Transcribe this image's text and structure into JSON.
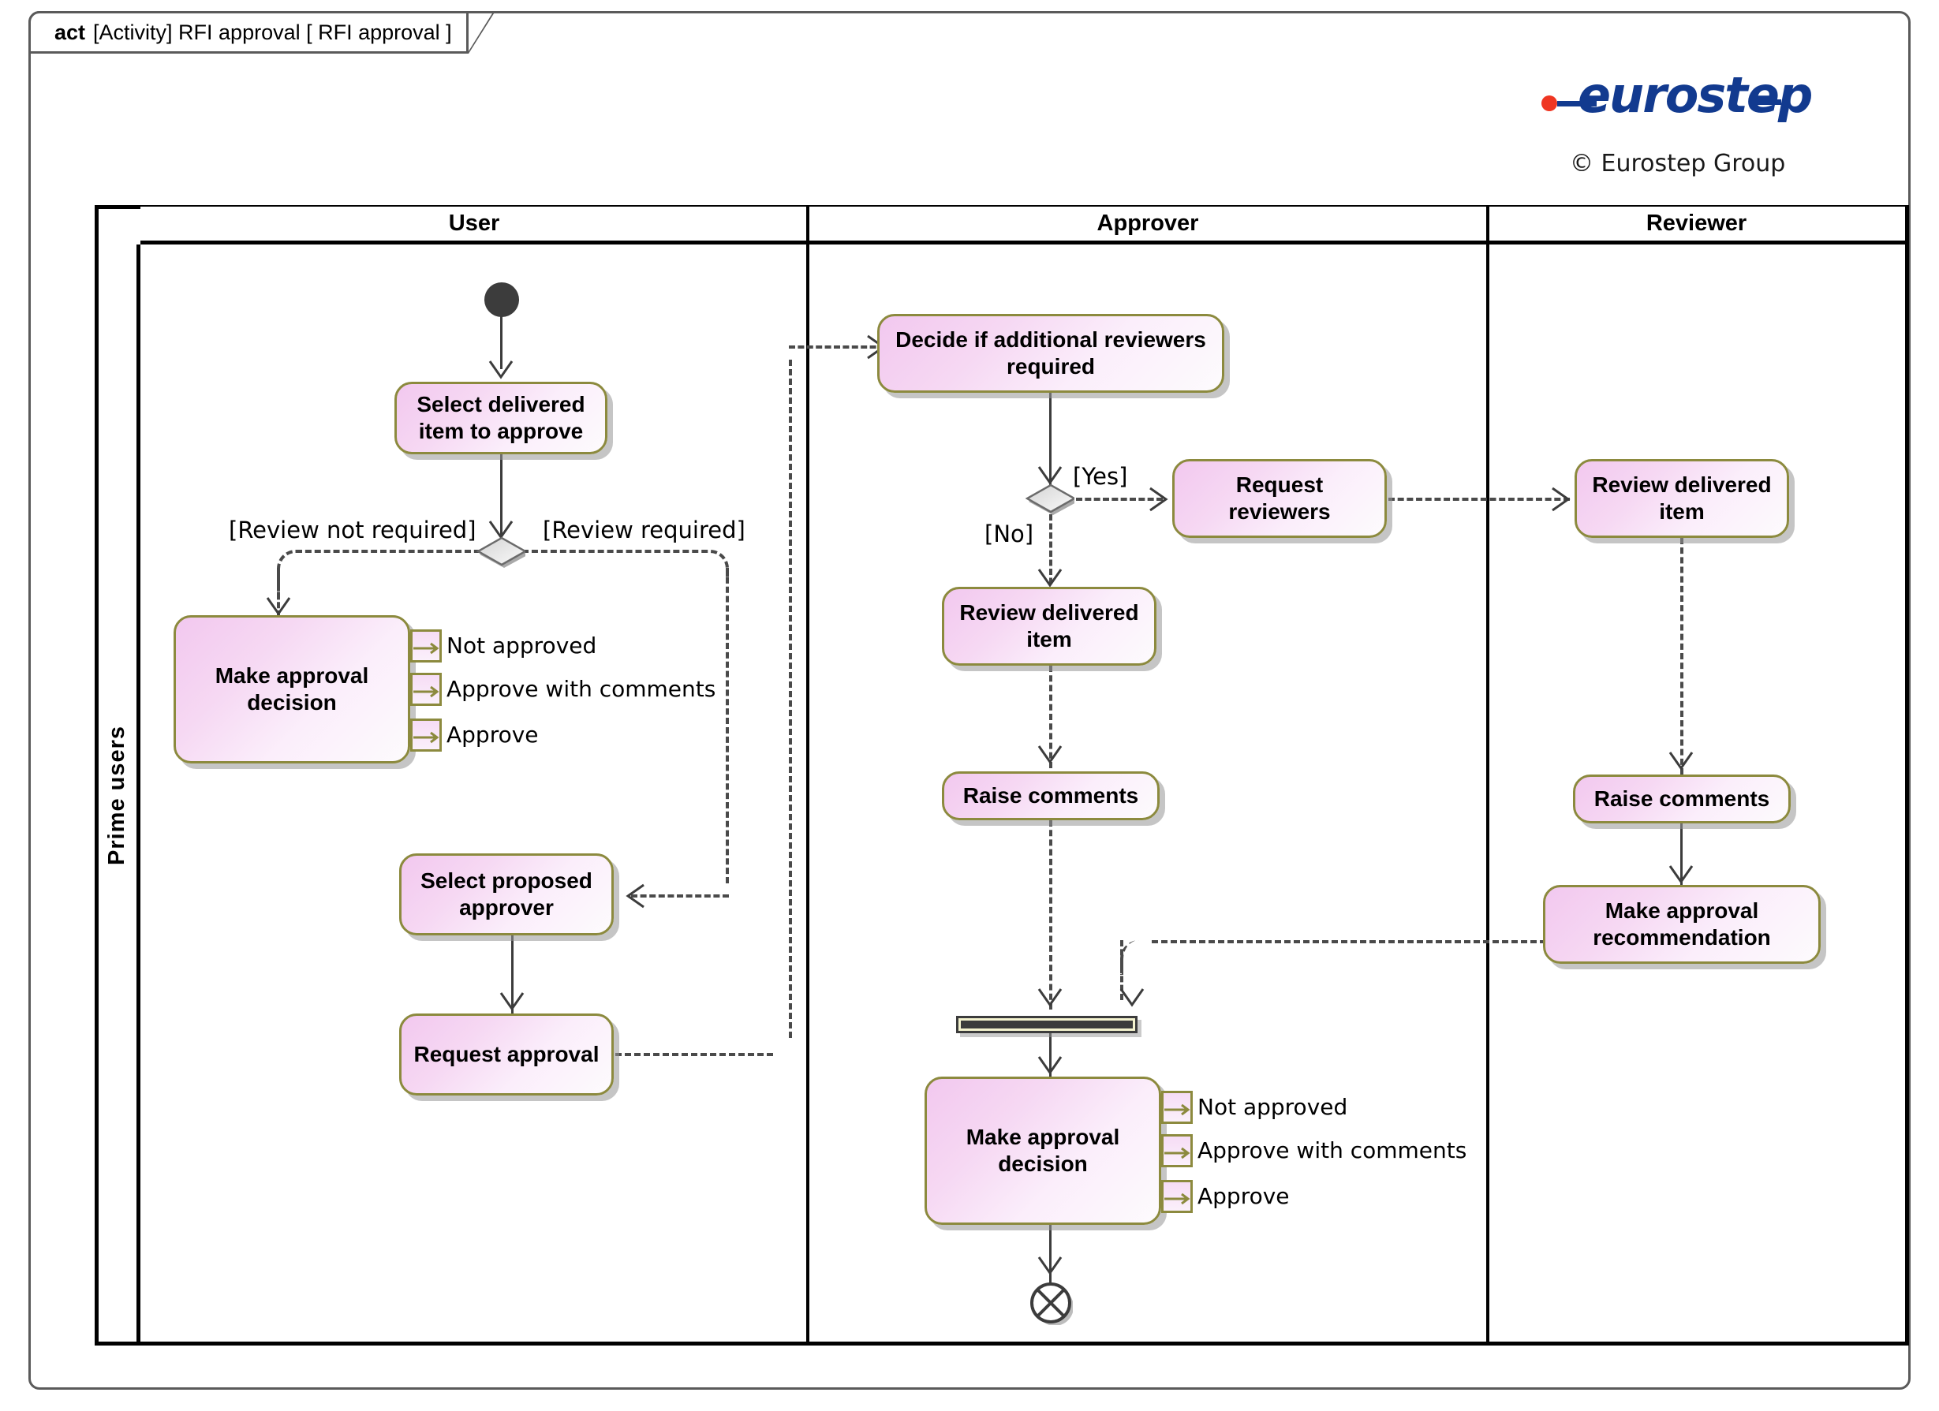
{
  "frame": {
    "keyword": "act",
    "title": "[Activity] RFI approval [ RFI approval ]"
  },
  "branding": {
    "logo_text": "eurostep",
    "logo_color": "#123a8f",
    "logo_dot_color": "#ef3622",
    "copyright": "© Eurostep Group"
  },
  "diagram": {
    "vertical_partition": "Prime users",
    "lanes": [
      {
        "name": "User"
      },
      {
        "name": "Approver"
      },
      {
        "name": "Reviewer"
      }
    ],
    "nodes": {
      "user": {
        "select_item": "Select delivered item to approve",
        "make_decision": "Make approval decision",
        "select_approver": "Select proposed approver",
        "request_approval": "Request approval"
      },
      "approver": {
        "decide_reviewers": "Decide if additional reviewers required",
        "request_reviewers": "Request reviewers",
        "review_item": "Review delivered item",
        "raise_comments": "Raise comments",
        "make_decision": "Make approval decision"
      },
      "reviewer": {
        "review_item": "Review delivered item",
        "raise_comments": "Raise comments",
        "make_recommendation": "Make approval recommendation"
      }
    },
    "pins": {
      "user_decision": [
        "Not approved",
        "Approve with comments",
        "Approve"
      ],
      "approver_decision": [
        "Not approved",
        "Approve with comments",
        "Approve"
      ]
    },
    "guards": {
      "review_not_required": "[Review  not required]",
      "review_required": "[Review  required]",
      "yes": "[Yes]",
      "no": "[No]"
    },
    "control_nodes": {
      "initial": "initial-node",
      "user_decision_diamond": "decision-node",
      "approver_decision_diamond": "decision-node",
      "join": "join-node",
      "flow_final": "flow-final-node"
    },
    "colors": {
      "activity_border": "#8c8a3e",
      "activity_fill_start": "#f2c8ef",
      "activity_fill_end": "#fdfbfd",
      "line": "#4a4a4a",
      "frame": "#5a5a5a"
    }
  }
}
